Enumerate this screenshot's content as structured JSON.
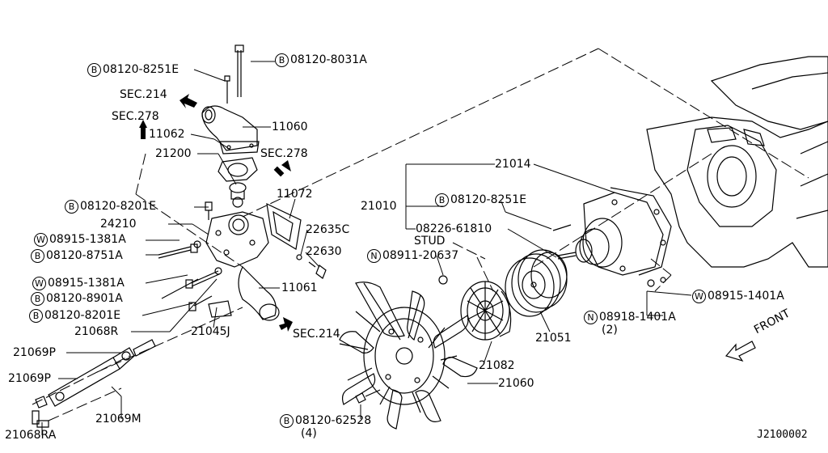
{
  "diagram_id": "J2100002",
  "front_label": "FRONT",
  "section_refs": {
    "sec214_top": "SEC.214",
    "sec278_left": "SEC.278",
    "sec278_right": "SEC.278",
    "sec214_bottom": "SEC.214"
  },
  "callouts": [
    {
      "id": "b-08120-8031a",
      "prefix": "B",
      "part": "08120-8031A"
    },
    {
      "id": "b-08120-8251e-top",
      "prefix": "B",
      "part": "08120-8251E"
    },
    {
      "id": "p-11060",
      "prefix": "",
      "part": "11060"
    },
    {
      "id": "p-11062",
      "prefix": "",
      "part": "11062"
    },
    {
      "id": "p-21200",
      "prefix": "",
      "part": "21200"
    },
    {
      "id": "p-11072",
      "prefix": "",
      "part": "11072"
    },
    {
      "id": "b-08120-8201e-top",
      "prefix": "B",
      "part": "08120-8201E"
    },
    {
      "id": "p-24210",
      "prefix": "",
      "part": "24210"
    },
    {
      "id": "p-22635c",
      "prefix": "",
      "part": "22635C"
    },
    {
      "id": "w-08915-1381a-1",
      "prefix": "W",
      "part": "08915-1381A"
    },
    {
      "id": "b-08120-8751a",
      "prefix": "B",
      "part": "08120-8751A"
    },
    {
      "id": "p-22630",
      "prefix": "",
      "part": "22630"
    },
    {
      "id": "w-08915-1381a-2",
      "prefix": "W",
      "part": "08915-1381A"
    },
    {
      "id": "p-11061",
      "prefix": "",
      "part": "11061"
    },
    {
      "id": "b-08120-8901a",
      "prefix": "B",
      "part": "08120-8901A"
    },
    {
      "id": "b-08120-8201e-low",
      "prefix": "B",
      "part": "08120-8201E"
    },
    {
      "id": "p-21068r",
      "prefix": "",
      "part": "21068R"
    },
    {
      "id": "p-21045j",
      "prefix": "",
      "part": "21045J"
    },
    {
      "id": "p-21069p-1",
      "prefix": "",
      "part": "21069P"
    },
    {
      "id": "p-21069p-2",
      "prefix": "",
      "part": "21069P"
    },
    {
      "id": "p-21069m",
      "prefix": "",
      "part": "21069M"
    },
    {
      "id": "p-21068ra",
      "prefix": "",
      "part": "21068RA"
    },
    {
      "id": "p-21014",
      "prefix": "",
      "part": "21014"
    },
    {
      "id": "p-21010",
      "prefix": "",
      "part": "21010"
    },
    {
      "id": "b-08120-8251e-right",
      "prefix": "B",
      "part": "08120-8251E"
    },
    {
      "id": "p-08226-61810",
      "prefix": "",
      "part": "08226-61810"
    },
    {
      "id": "stud",
      "prefix": "",
      "part": "STUD"
    },
    {
      "id": "n-08911-20637",
      "prefix": "N",
      "part": "08911-20637"
    },
    {
      "id": "w-08915-1401a",
      "prefix": "W",
      "part": "08915-1401A"
    },
    {
      "id": "n-08918-1401a",
      "prefix": "N",
      "part": "08918-1401A"
    },
    {
      "id": "qty-2",
      "prefix": "",
      "part": "(2)"
    },
    {
      "id": "p-21051",
      "prefix": "",
      "part": "21051"
    },
    {
      "id": "p-21082",
      "prefix": "",
      "part": "21082"
    },
    {
      "id": "p-21060",
      "prefix": "",
      "part": "21060"
    },
    {
      "id": "b-08120-62528",
      "prefix": "B",
      "part": "08120-62528"
    },
    {
      "id": "qty-4",
      "prefix": "",
      "part": "(4)"
    }
  ]
}
